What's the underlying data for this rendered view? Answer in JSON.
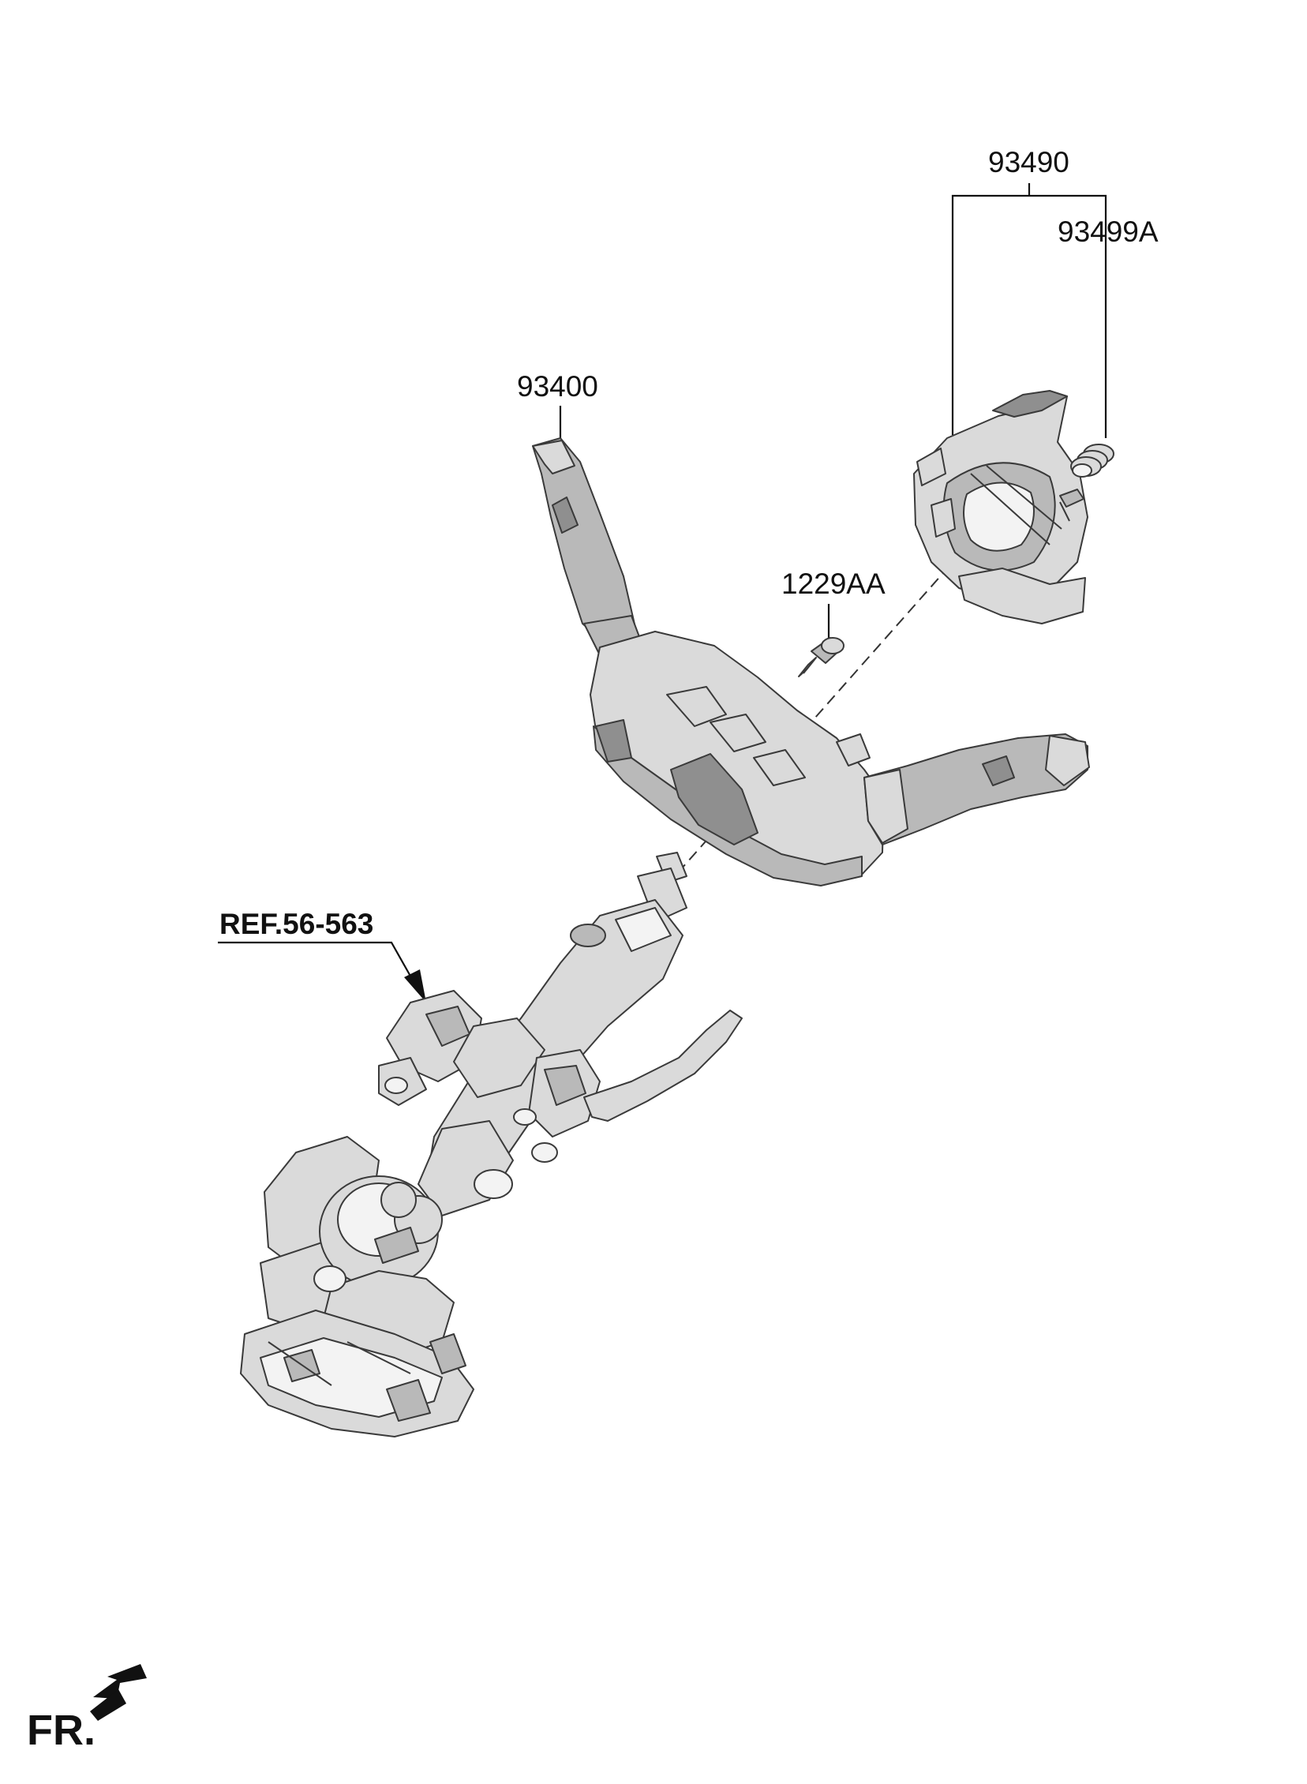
{
  "labels": {
    "assembly_93490": "93490",
    "part_93499A": "93499A",
    "switch_93400": "93400",
    "screw_1229AA": "1229AA",
    "reference": "REF.56-563",
    "front_indicator": "FR."
  },
  "colors": {
    "part_dark": "#8f8f8f",
    "part_mid": "#b9b9b9",
    "part_light": "#dadada",
    "line": "#111111"
  },
  "icons": {
    "front_arrow": "fr-arrow-icon"
  }
}
